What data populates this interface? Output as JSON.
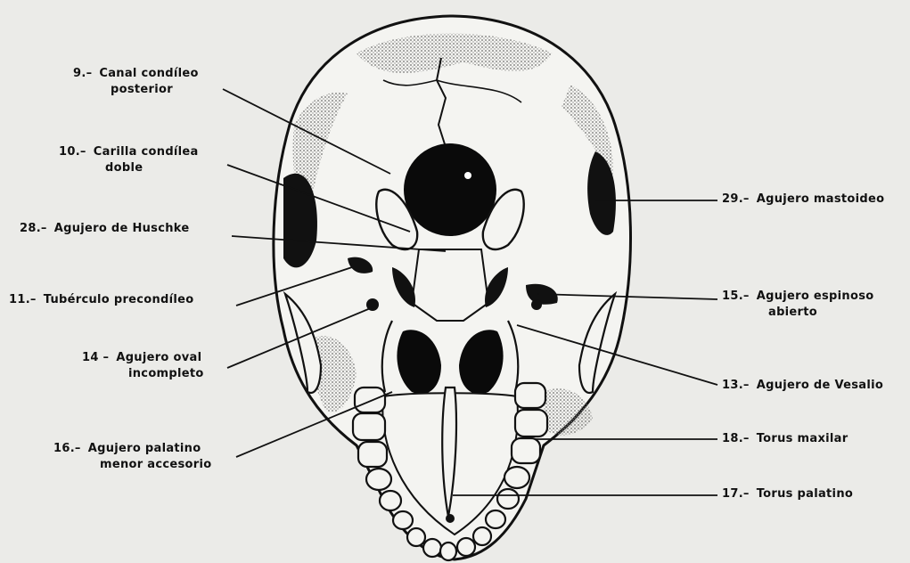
{
  "labels": {
    "l9": {
      "num": "9.–",
      "line1": "Canal condíleo",
      "line2": "posterior"
    },
    "l10": {
      "num": "10.–",
      "line1": "Carilla condílea",
      "line2": "doble"
    },
    "l28": {
      "num": "28.–",
      "line1": "Agujero de Huschke",
      "line2": ""
    },
    "l11": {
      "num": "11.–",
      "line1": "Tubérculo precondíleo",
      "line2": ""
    },
    "l14": {
      "num": "14 –",
      "line1": "Agujero oval",
      "line2": "incompleto"
    },
    "l16": {
      "num": "16.–",
      "line1": "Agujero palatino",
      "line2": "menor accesorio"
    },
    "l29": {
      "num": "29.–",
      "line1": "Agujero mastoideo",
      "line2": ""
    },
    "l15": {
      "num": "15.–",
      "line1": "Agujero espinoso",
      "line2": "abierto"
    },
    "l13": {
      "num": "13.–",
      "line1": "Agujero de Vesalio",
      "line2": ""
    },
    "l18": {
      "num": "18.–",
      "line1": "Torus maxilar",
      "line2": ""
    },
    "l17": {
      "num": "17.–",
      "line1": "Torus palatino",
      "line2": ""
    }
  },
  "colors": {
    "ink": "#111111",
    "paper": "#ebebe8",
    "stipple": "#8a8a88"
  }
}
